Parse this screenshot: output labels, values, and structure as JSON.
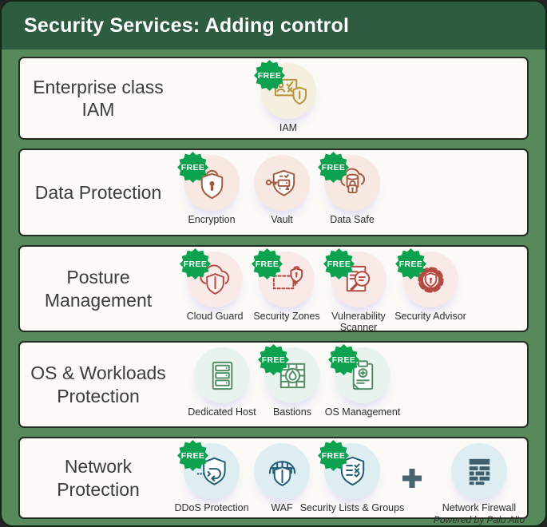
{
  "header": {
    "title": "Security Services: Adding control"
  },
  "badge_label": "FREE",
  "colors": {
    "header_bg": "#2e5c41",
    "page_bg": "#578a5b",
    "card_bg": "#fbfaf7",
    "free_badge": "#0ca24f",
    "iam_accent": "#b6923d",
    "data_accent": "#a2593e",
    "posture_accent": "#b24b41",
    "os_accent": "#4f8e63",
    "network_accent": "#1e5c77",
    "firewall_fill": "#3e5f6d"
  },
  "rows": [
    {
      "title": [
        "Enterprise class",
        "IAM"
      ],
      "services": [
        {
          "label": "IAM",
          "free": true,
          "icon": "id-card-shield-icon"
        }
      ]
    },
    {
      "title": [
        "Data Protection"
      ],
      "services": [
        {
          "label": "Encryption",
          "free": true,
          "icon": "shield-padlock-icon"
        },
        {
          "label": "Vault",
          "free": false,
          "icon": "shield-key-icon"
        },
        {
          "label": "Data Safe",
          "free": true,
          "icon": "cloud-database-lock-icon"
        }
      ]
    },
    {
      "title": [
        "Posture",
        "Management"
      ],
      "services": [
        {
          "label": "Cloud Guard",
          "free": true,
          "icon": "cloud-shield-icon"
        },
        {
          "label": "Security Zones",
          "free": true,
          "icon": "dashed-zone-shield-icon"
        },
        {
          "label": "Vulnerability Scanner",
          "free": true,
          "icon": "document-magnifier-icon"
        },
        {
          "label": "Security Advisor",
          "free": true,
          "icon": "gear-lock-icon"
        }
      ]
    },
    {
      "title": [
        "OS & Workloads",
        "Protection"
      ],
      "services": [
        {
          "label": "Dedicated Host",
          "free": false,
          "icon": "server-rack-icon"
        },
        {
          "label": "Bastions",
          "free": true,
          "icon": "brick-wall-flame-icon"
        },
        {
          "label": "OS Management",
          "free": true,
          "icon": "clipboard-plus-icon"
        }
      ]
    },
    {
      "title": [
        "Network",
        "Protection"
      ],
      "services": [
        {
          "label": "DDoS Protection",
          "free": true,
          "icon": "shield-return-arrow-icon"
        },
        {
          "label": "WAF",
          "free": false,
          "icon": "brick-dome-shield-icon"
        },
        {
          "label": "Security Lists & Groups",
          "free": true,
          "icon": "shield-checklist-icon"
        }
      ],
      "plus_symbol": "+",
      "firewall": {
        "label": "Network Firewall",
        "sublabel": "Powered by Palo Alto",
        "free": false,
        "icon": "brick-wall-solid-icon"
      }
    }
  ]
}
